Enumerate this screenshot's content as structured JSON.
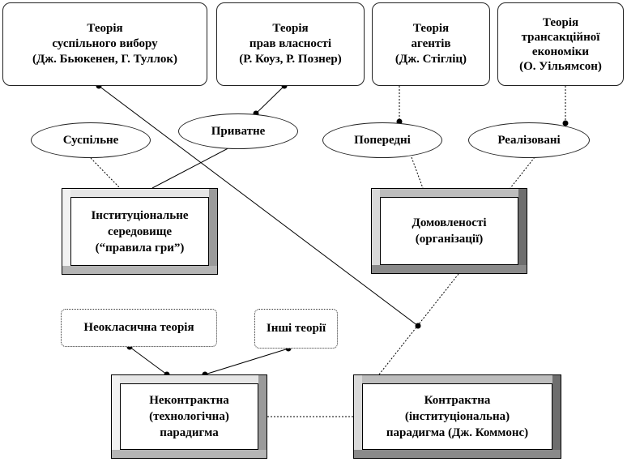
{
  "theories": [
    {
      "lines": [
        "Теорія",
        "суспільного вибору",
        "(Дж. Бьюкенен, Г. Туллок)"
      ]
    },
    {
      "lines": [
        "Теорія",
        "прав власності",
        "(Р. Коуз, Р. Познер)"
      ]
    },
    {
      "lines": [
        "Теорія",
        "агентів",
        "(Дж. Стігліц)"
      ]
    },
    {
      "lines": [
        "Теорія",
        "трансакційної",
        "економіки",
        "(О. Уільямсон)"
      ]
    }
  ],
  "ellipses": [
    "Суспільне",
    "Приватне",
    "Попередні",
    "Реалізовані"
  ],
  "institutional_env": [
    "Інституціональне",
    "середовище",
    "(“правила гри”)"
  ],
  "agreements": [
    "Домовленості",
    "(організації)"
  ],
  "other_theories": {
    "neoclassical": "Неокласична теорія",
    "other": "Інші теорії"
  },
  "noncontract": [
    "Неконтрактна",
    "(технологічна)",
    "парадигма"
  ],
  "contract": [
    "Контрактна",
    "(інституціональна)",
    "парадигма (Дж. Коммонс)"
  ]
}
